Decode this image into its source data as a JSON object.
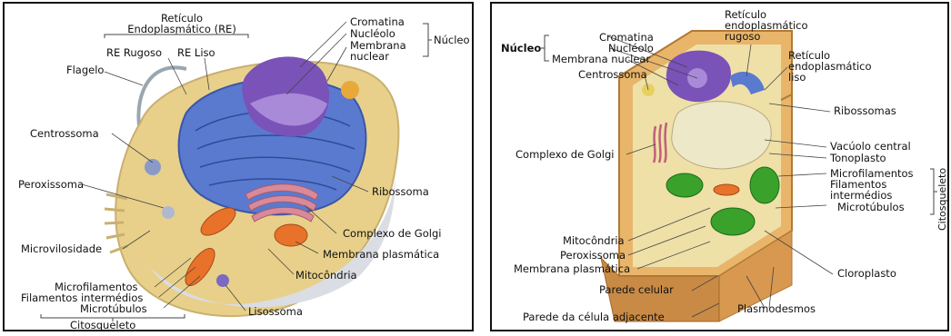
{
  "animal_cell": {
    "labels": {
      "reticulo": "Retículo\nEndoplasmático (RE)",
      "re_rugoso": "RE Rugoso",
      "re_liso": "RE Liso",
      "flagelo": "Flagelo",
      "centrossoma": "Centrossoma",
      "peroxissoma": "Peroxissoma",
      "microvilosidade": "Microvilosidade",
      "microfilamentos": "Microfilamentos",
      "filamentos_intermedios": "Filamentos intermédios",
      "microtubulos": "Microtúbulos",
      "citosqueleto": "Citosqueleto",
      "cromatina": "Cromatina",
      "nucleolo": "Nucléolo",
      "membrana_nuclear": "Membrana\nnuclear",
      "nucleo": "Núcleo",
      "ribossoma": "Ribossoma",
      "golgi": "Complexo de Golgi",
      "membrana_plasmatica": "Membrana plasmática",
      "mitocondria": "Mitocôndria",
      "lisossoma": "Lisossoma"
    }
  },
  "plant_cell": {
    "labels": {
      "nucleo": "Núcleo",
      "cromatina": "Cromatina",
      "nucleolo": "Nucléolo",
      "membrana_nuclear": "Membrana nuclear",
      "centrossoma": "Centrossoma",
      "reticulo_rugoso": "Retículo\nendoplasmático\nrugoso",
      "reticulo_liso": "Retículo\nendoplasmático\nliso",
      "ribossomas": "Ribossomas",
      "golgi": "Complexo de Golgi",
      "vacuolo": "Vacúolo central",
      "tonoplasto": "Tonoplasto",
      "microfilamentos": "Microfilamentos",
      "filamentos": "Filamentos\nintermédios",
      "microtubulos": "Microtúbulos",
      "citosqueleto": "Citosqueleto",
      "mitocondria": "Mitocôndria",
      "peroxissoma": "Peroxissoma",
      "membrana_plasmatica": "Membrana plasmática",
      "parede_celular": "Parede celular",
      "parede_adjacente": "Parede da célula adjacente",
      "cloroplasto": "Cloroplasto",
      "plasmodesmos": "Plasmodesmos"
    }
  },
  "colors": {
    "nucleus": "#7a52b8",
    "nucleus_light": "#a98ad8",
    "er": "#4a6cc8",
    "cytoplasm": "#e8d08a",
    "cell_wall": "#e2a85a",
    "mitochondria": "#e8722a",
    "golgi": "#d88a9a",
    "chloroplast": "#3aa12a",
    "vacuole": "#ece8c8"
  }
}
